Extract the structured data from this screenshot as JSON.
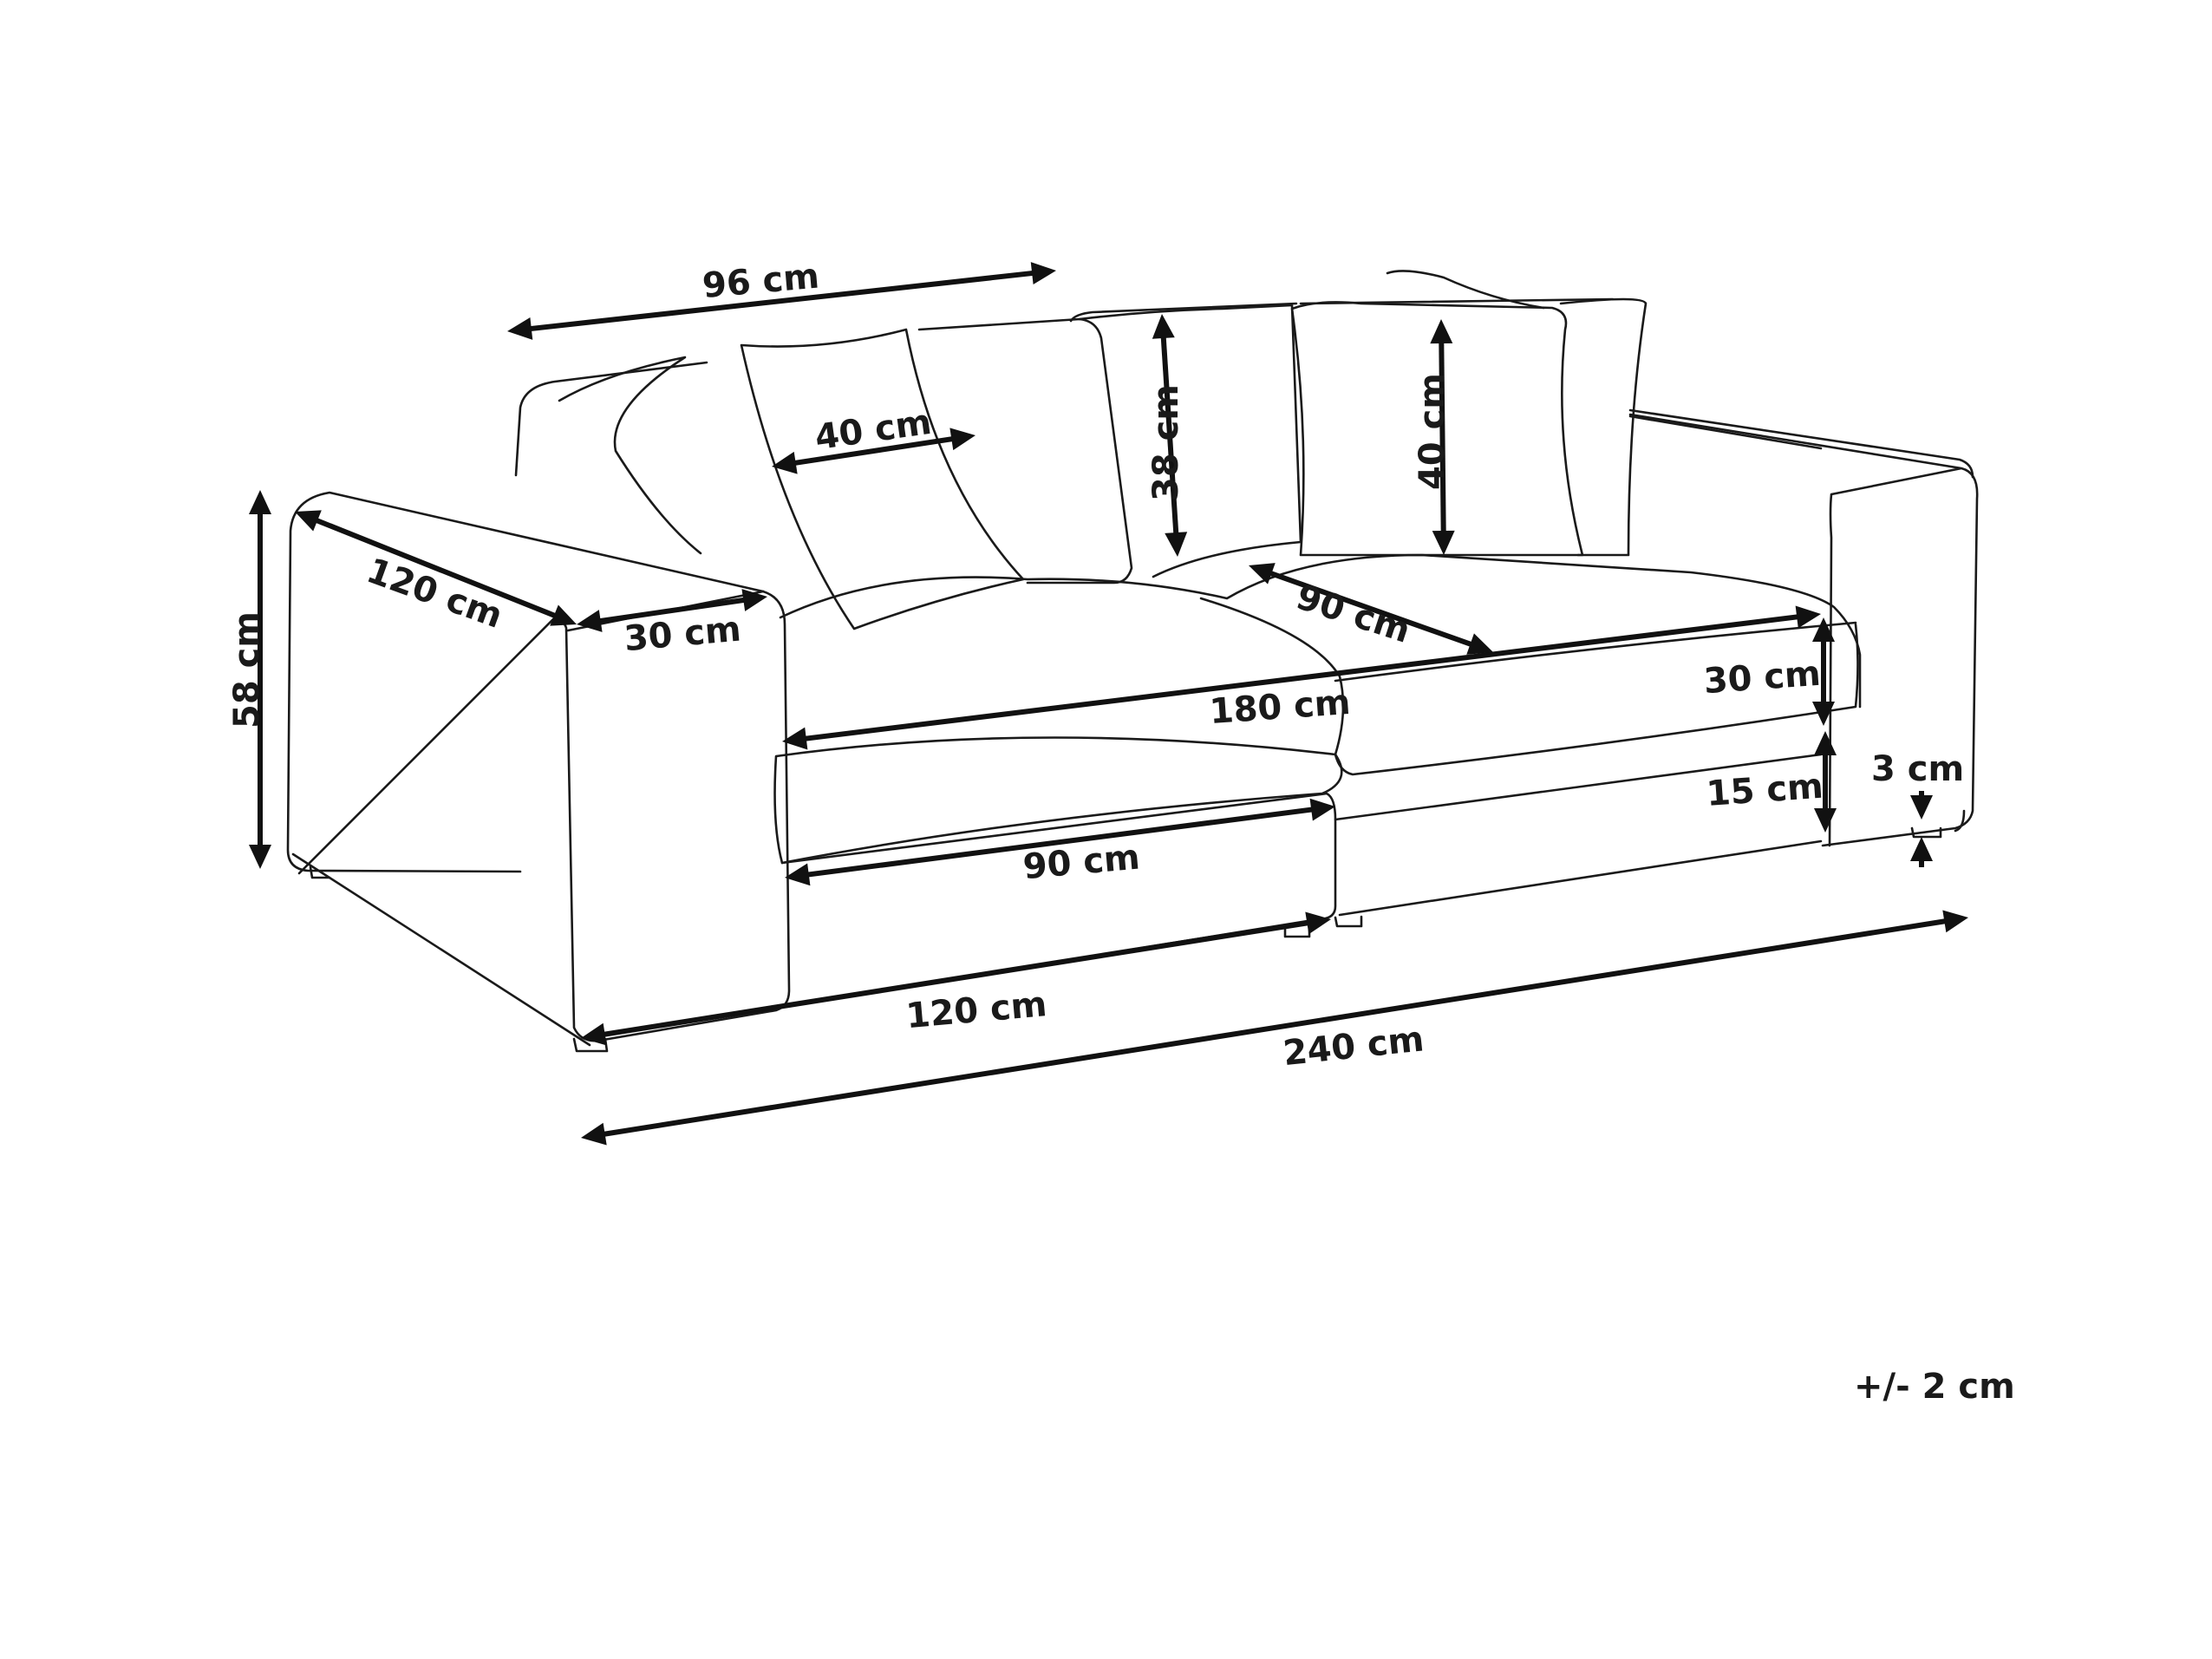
{
  "labels": {
    "depth_total": "96 cm",
    "depth_side": "120 cm",
    "arm_width": "30 cm",
    "height_total": "58 cm",
    "pillow_left_width": "40 cm",
    "backrest_height": "38 cm",
    "pillow_right_height": "40 cm",
    "seat_depth": "90 cm",
    "seat_width": "180 cm",
    "cushion_height": "30 cm",
    "base_height": "15 cm",
    "leg_height": "3 cm",
    "module_width": "90 cm",
    "module_depth": "120 cm",
    "width_total": "240 cm",
    "tolerance": "+/- 2 cm"
  },
  "colors": {
    "line": "#1a1a1a",
    "arrow": "#111111",
    "background": "#ffffff"
  },
  "icons": {
    "dimension_marker": "double-headed-arrow"
  }
}
